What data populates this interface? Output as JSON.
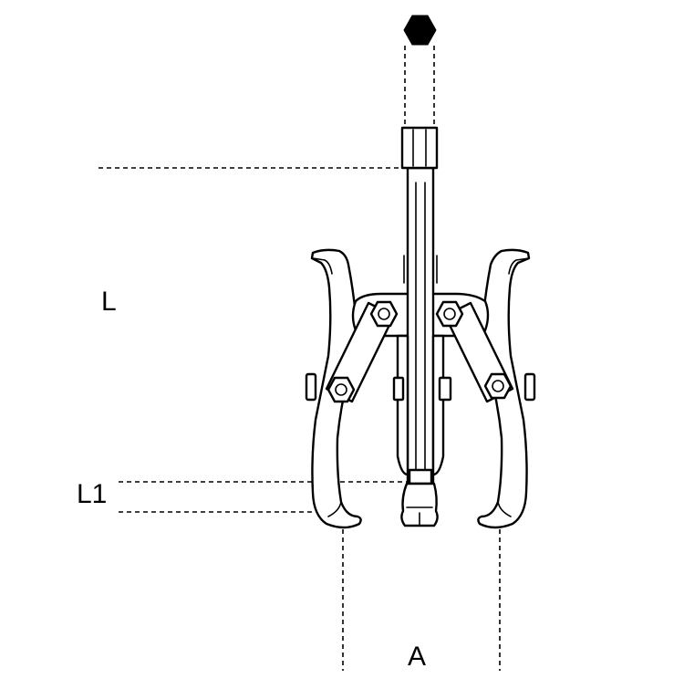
{
  "labels": {
    "length": "L",
    "jaw_depth": "L1",
    "spread": "A"
  },
  "colors": {
    "line": "#000000",
    "background": "#ffffff"
  },
  "icons": {
    "top_symbol": "hexagon-icon"
  }
}
